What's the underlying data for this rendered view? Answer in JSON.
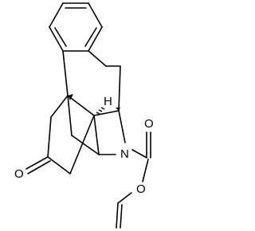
{
  "atoms": {
    "carbonyl_oxygen": "O",
    "carbamate_nitrogen": "N",
    "carbamate_carbonyl_oxygen": "O",
    "ester_oxygen": "O",
    "stereo_hydrogen": "H"
  },
  "colors": {
    "bond": "#000000",
    "background": "#ffffff"
  }
}
